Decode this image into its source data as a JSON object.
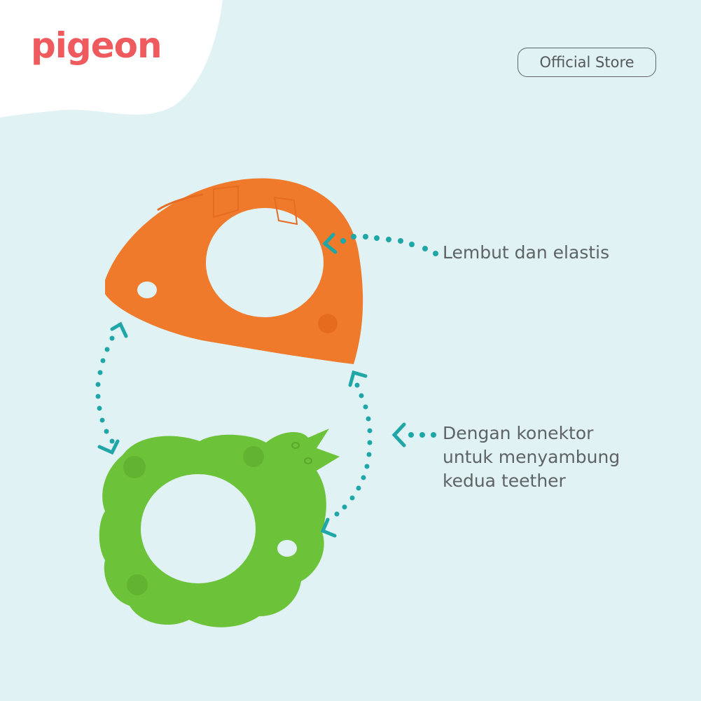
{
  "brand": {
    "logo_text": "pigeon",
    "logo_color": "#ef5a5e"
  },
  "header": {
    "badge_label": "Official Store"
  },
  "callouts": [
    {
      "lines": [
        "Lembut dan elastis"
      ]
    },
    {
      "lines": [
        "Dengan konektor",
        "untuk menyambung",
        "kedua teether"
      ]
    }
  ],
  "colors": {
    "background": "#e0f2f3",
    "accent_teal": "#1fa6a7",
    "orange_teether": "#f07a2b",
    "green_teether": "#6cc238",
    "text": "#5e6366"
  },
  "products": [
    {
      "name": "orange-teether",
      "shape": "drop"
    },
    {
      "name": "green-teether",
      "shape": "cloud"
    }
  ]
}
